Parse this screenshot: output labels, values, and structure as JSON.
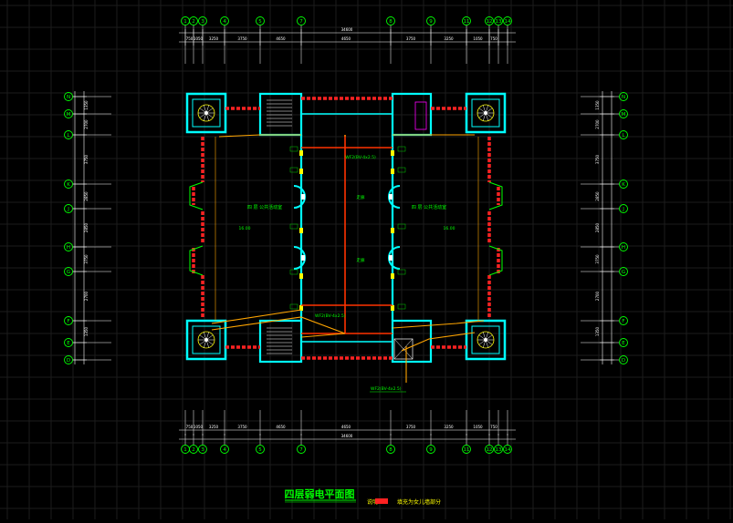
{
  "drawing": {
    "title": "四层弱电平面图",
    "legend_label": "填充为女儿墙部分",
    "legend_prefix": "说明:"
  },
  "grid": {
    "top_axes": [
      "1",
      "2",
      "3",
      "4",
      "5",
      "7",
      "8",
      "9",
      "11",
      "12",
      "13",
      "14"
    ],
    "bottom_axes": [
      "1",
      "2",
      "3",
      "4",
      "5",
      "7",
      "8",
      "9",
      "11",
      "12",
      "13",
      "14"
    ],
    "left_axes": [
      "N",
      "M",
      "L",
      "K",
      "J",
      "H",
      "G",
      "F",
      "E",
      "D"
    ],
    "right_axes": [
      "N",
      "M",
      "L",
      "K",
      "J",
      "H",
      "G",
      "F",
      "E",
      "D"
    ],
    "top_total": "34600",
    "bottom_total": "34600",
    "top_dims": [
      "750",
      "1050",
      "3250",
      "3750",
      "4650",
      "4650",
      "3750",
      "3250",
      "1050",
      "750"
    ],
    "bottom_dims": [
      "750",
      "1050",
      "3250",
      "3750",
      "4650",
      "4650",
      "3750",
      "3250",
      "1050",
      "750"
    ],
    "left_dims": [
      "1350",
      "2700",
      "3750",
      "2850",
      "2850",
      "3750",
      "2700",
      "1350"
    ],
    "right_dims": [
      "1350",
      "2700",
      "3750",
      "2850",
      "2850",
      "3750",
      "2700",
      "1350"
    ]
  },
  "annotations": {
    "room_left": "四 层 公共活动室",
    "room_right": "四 层 公共活动室",
    "cable_note_left": "WF2(BV-4x2.5)",
    "cable_note_bottom": "WF2(BV-4x2.5)",
    "riser_note": "WF2(BV-4x2.5)",
    "center_label_a": "走廊",
    "center_label_b": "走廊",
    "area_left": "16.00",
    "area_right": "16.00"
  },
  "colors": {
    "background": "#000000",
    "axis_line": "#ffffff",
    "axis_bubble": "#00ff00",
    "wall": "#00ffff",
    "parapet": "#ff2222",
    "cable_orange": "#ffa500",
    "cable_red": "#ff3300",
    "text_green": "#00ff00",
    "text_yellow": "#ffff00",
    "grid": "#1c1c1c"
  }
}
